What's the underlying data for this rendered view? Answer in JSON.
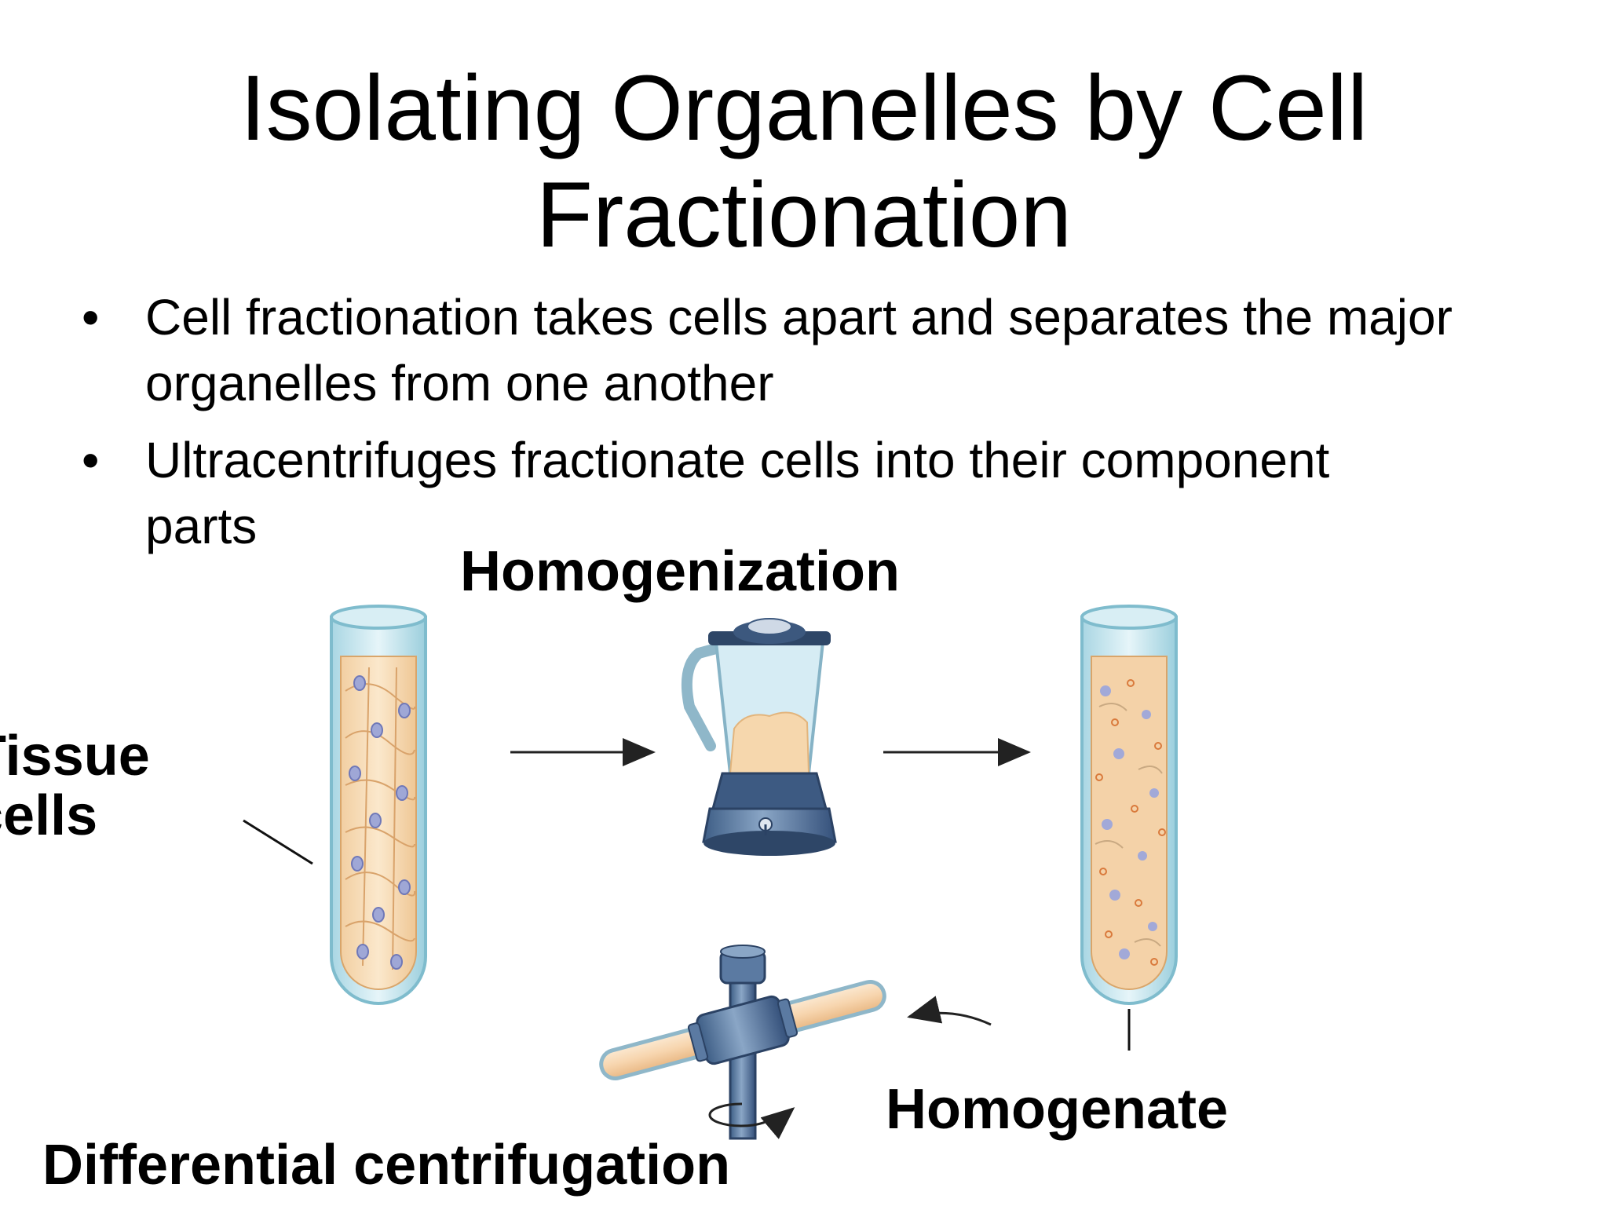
{
  "slide": {
    "title_line1": "Isolating Organelles by Cell",
    "title_line2": "Fractionation",
    "bullets": [
      {
        "line1": "Cell fractionation takes cells apart and separates the major",
        "line2": "organelles from one another"
      },
      {
        "line1": "Ultracentrifuges fractionate cells into their component",
        "line2": "parts"
      }
    ]
  },
  "diagram": {
    "labels": {
      "homogenization": "Homogenization",
      "tissue_line1": "Tissue",
      "tissue_line2": "cells",
      "homogenate": "Homogenate",
      "differential_centrifugation": "Differential centrifugation"
    },
    "bullet_char": "•"
  }
}
